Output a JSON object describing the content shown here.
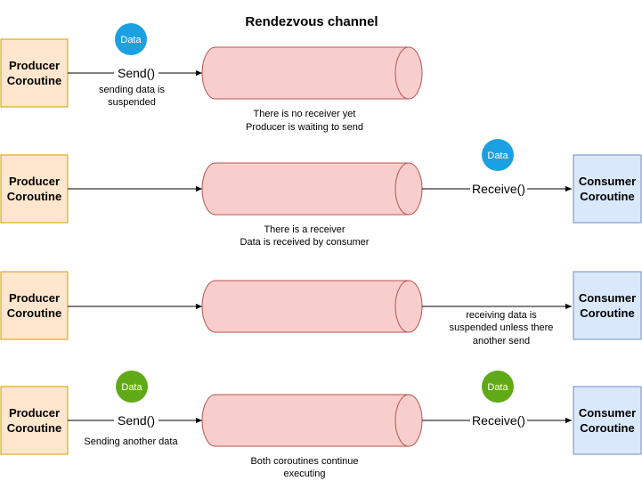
{
  "title": "Rendezvous channel",
  "colors": {
    "producer_fill": "#ffe6cc",
    "producer_stroke": "#d79b00",
    "consumer_fill": "#dae8fc",
    "consumer_stroke": "#6c8ebf",
    "channel_fill": "#f8cecc",
    "channel_stroke": "#b85450",
    "badge_blue": "#1ba1e2",
    "badge_green": "#60a917"
  },
  "rows": [
    {
      "producer": [
        "Producer",
        "Coroutine"
      ],
      "send_label": "Send()",
      "send_note": [
        "sending data is",
        "suspended"
      ],
      "badge": "Data",
      "channel_note": [
        "There is no receiver yet",
        "Producer is waiting to send"
      ]
    },
    {
      "producer": [
        "Producer",
        "Coroutine"
      ],
      "consumer": [
        "Consumer",
        "Coroutine"
      ],
      "receive_label": "Receive()",
      "badge": "Data",
      "channel_note": [
        "There is a receiver",
        "Data is received by consumer"
      ]
    },
    {
      "producer": [
        "Producer",
        "Coroutine"
      ],
      "consumer": [
        "Consumer",
        "Coroutine"
      ],
      "receive_note": [
        "receiving data is",
        "suspended unless there",
        "another send"
      ]
    },
    {
      "producer": [
        "Producer",
        "Coroutine"
      ],
      "consumer": [
        "Consumer",
        "Coroutine"
      ],
      "send_label": "Send()",
      "send_note": [
        "Sending another data"
      ],
      "receive_label": "Receive()",
      "badge_left": "Data",
      "badge_right": "Data",
      "channel_note": [
        "Both coroutines continue",
        "executing"
      ]
    }
  ]
}
